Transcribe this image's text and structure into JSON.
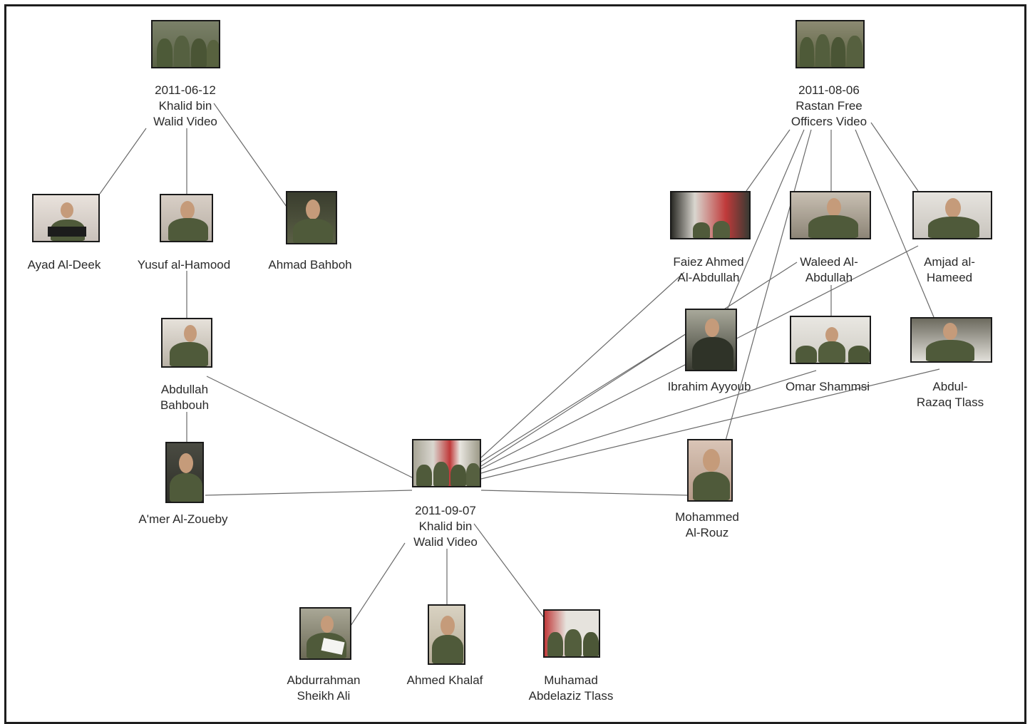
{
  "videos": {
    "v1": {
      "date": "2011-06-12",
      "title_1": "Khalid bin",
      "title_2": "Walid Video"
    },
    "v2": {
      "date": "2011-08-06",
      "title_1": "Rastan Free",
      "title_2": "Officers Video"
    },
    "v3": {
      "date": "2011-09-07",
      "title_1": "Khalid bin",
      "title_2": "Walid Video"
    }
  },
  "people": {
    "ayad": {
      "line1": "Ayad Al-Deek"
    },
    "yusuf": {
      "line1": "Yusuf al-Hamood"
    },
    "ahmadb": {
      "line1": "Ahmad Bahboh"
    },
    "abdullah": {
      "line1": "Abdullah",
      "line2": "Bahbouh"
    },
    "amer": {
      "line1": "A'mer Al-Zoueby"
    },
    "faiez": {
      "line1": "Faiez Ahmed",
      "line2": "Al-Abdullah"
    },
    "waleed": {
      "line1": "Waleed Al-",
      "line2": "Abdullah"
    },
    "amjad": {
      "line1": "Amjad al-",
      "line2": "Hameed"
    },
    "ibrahim": {
      "line1": "Ibrahim Ayyoub"
    },
    "omar": {
      "line1": "Omar Shammsi"
    },
    "abdul": {
      "line1": "Abdul-",
      "line2": "Razaq Tlass"
    },
    "mohammed": {
      "line1": "Mohammed",
      "line2": "Al-Rouz"
    },
    "abdurr": {
      "line1": "Abdurrahman",
      "line2": "Sheikh Ali"
    },
    "ahmedk": {
      "line1": "Ahmed Khalaf"
    },
    "muhamad": {
      "line1": "Muhamad",
      "line2": "Abdelaziz Tlass"
    }
  },
  "colors": {
    "edge": "#6a6a6a",
    "frame": "#1e1e1e",
    "uniform": "#4f5a3a",
    "skin": "#c59b7a"
  }
}
